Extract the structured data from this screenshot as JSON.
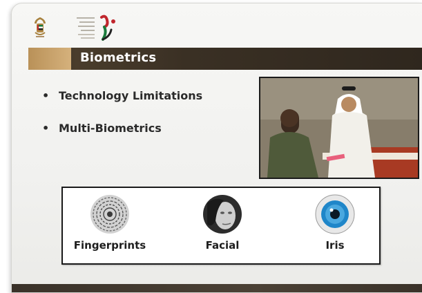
{
  "slide": {
    "title": "Biometrics",
    "bullets": [
      "Technology Limitations",
      "Multi-Biometrics"
    ],
    "biometrics": [
      {
        "label": "Fingerprints",
        "icon": "fingerprint-icon"
      },
      {
        "label": "Facial",
        "icon": "face-icon"
      },
      {
        "label": "Iris",
        "icon": "iris-eye-icon"
      }
    ],
    "photo": "people-at-desk-photo",
    "logos": [
      "uae-emblem-logo",
      "organization-logo"
    ]
  },
  "colors": {
    "title_bar": "#2f271e",
    "title_accent": "#c9a36a",
    "bullet_text": "#2a2a2a",
    "iris_blue": "#1f86c9"
  }
}
